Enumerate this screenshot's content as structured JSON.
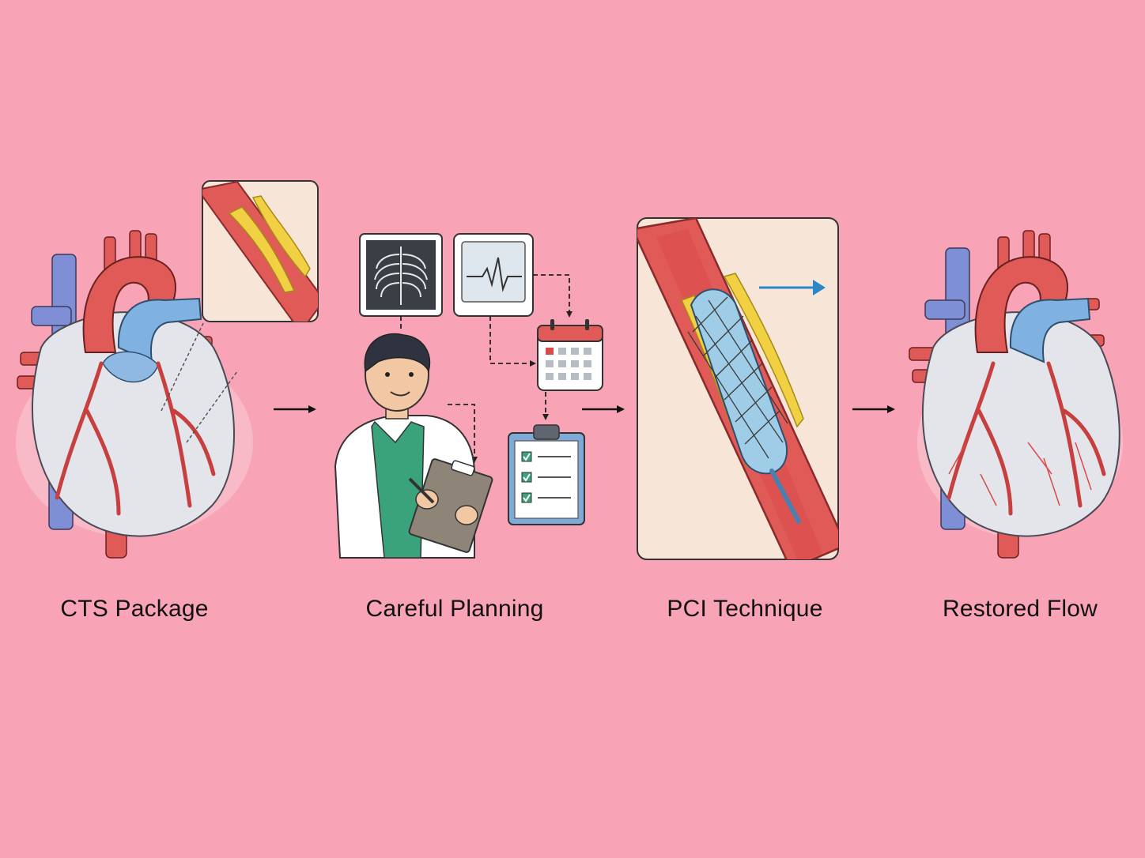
{
  "steps": [
    {
      "id": "cts-package",
      "label": "CTS Package"
    },
    {
      "id": "careful-planning",
      "label": "Careful Planning"
    },
    {
      "id": "pci-technique",
      "label": "PCI Technique"
    },
    {
      "id": "restored-flow",
      "label": "Restored Flow"
    }
  ],
  "icons": [
    "heart-icon",
    "blocked-artery-inset-icon",
    "chest-xray-icon",
    "ecg-monitor-icon",
    "calendar-icon",
    "checklist-clipboard-icon",
    "doctor-icon",
    "stent-balloon-icon",
    "flow-arrow-icon",
    "restored-heart-icon"
  ],
  "colors": {
    "background": "#f9a3b6",
    "artery_red": "#e05a57",
    "vein_blue": "#7f8fd6",
    "aorta_blue": "#7fb2e0",
    "plaque_yellow": "#f2d043",
    "panel_bg": "#f7e6d8",
    "flow_arrow": "#2a88c9",
    "heart_gray": "#e3e5ea",
    "scrub_green": "#3aa37b"
  }
}
